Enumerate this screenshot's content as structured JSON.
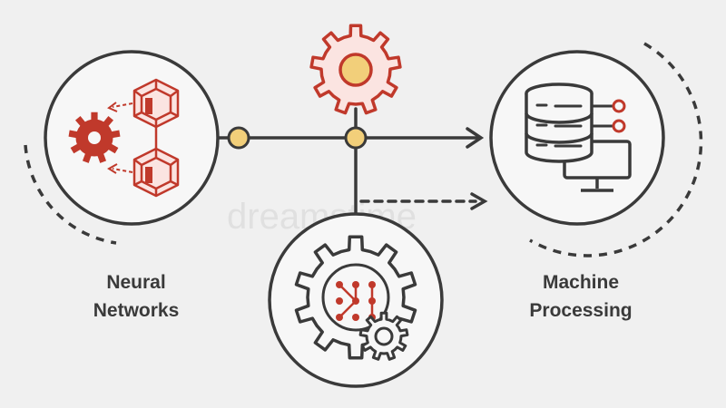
{
  "nodes": {
    "neural": {
      "line1": "Neural",
      "line2": "Networks"
    },
    "machine": {
      "line1": "Machine",
      "line2": "Processing"
    }
  },
  "watermark": "dreamstime",
  "colors": {
    "background": "#f0f0f0",
    "outline": "#3a3a3a",
    "accent_red": "#c0392b",
    "connector_fill": "#f2cf7a"
  },
  "icons": [
    "neural-network-cube-icon",
    "red-gear-icon",
    "top-gear-icon",
    "database-server-icon",
    "monitor-icon",
    "gear-with-matrix-icon",
    "small-gear-icon"
  ]
}
